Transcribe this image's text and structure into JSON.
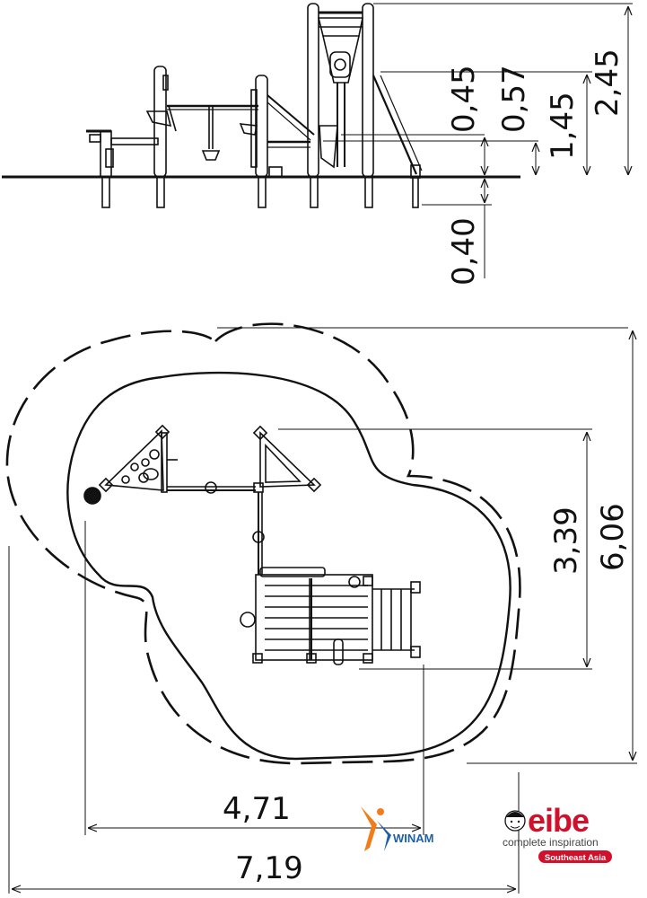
{
  "elevation": {
    "dims": {
      "h045": "0,45",
      "h057": "0,57",
      "h145": "1,45",
      "h245": "2,45",
      "h040": "0,40"
    }
  },
  "plan": {
    "dims": {
      "d339": "3,39",
      "d606": "6,06",
      "d471": "4,71",
      "d719": "7,19"
    }
  },
  "logos": {
    "winam": "WINAM",
    "eibe": "eibe",
    "eibe_tagline": "complete inspiration",
    "eibe_region": "Southeast Asia",
    "eibe_red": "#d0112b",
    "winam_orange": "#f07d1a",
    "winam_blue": "#1f5fa8"
  }
}
